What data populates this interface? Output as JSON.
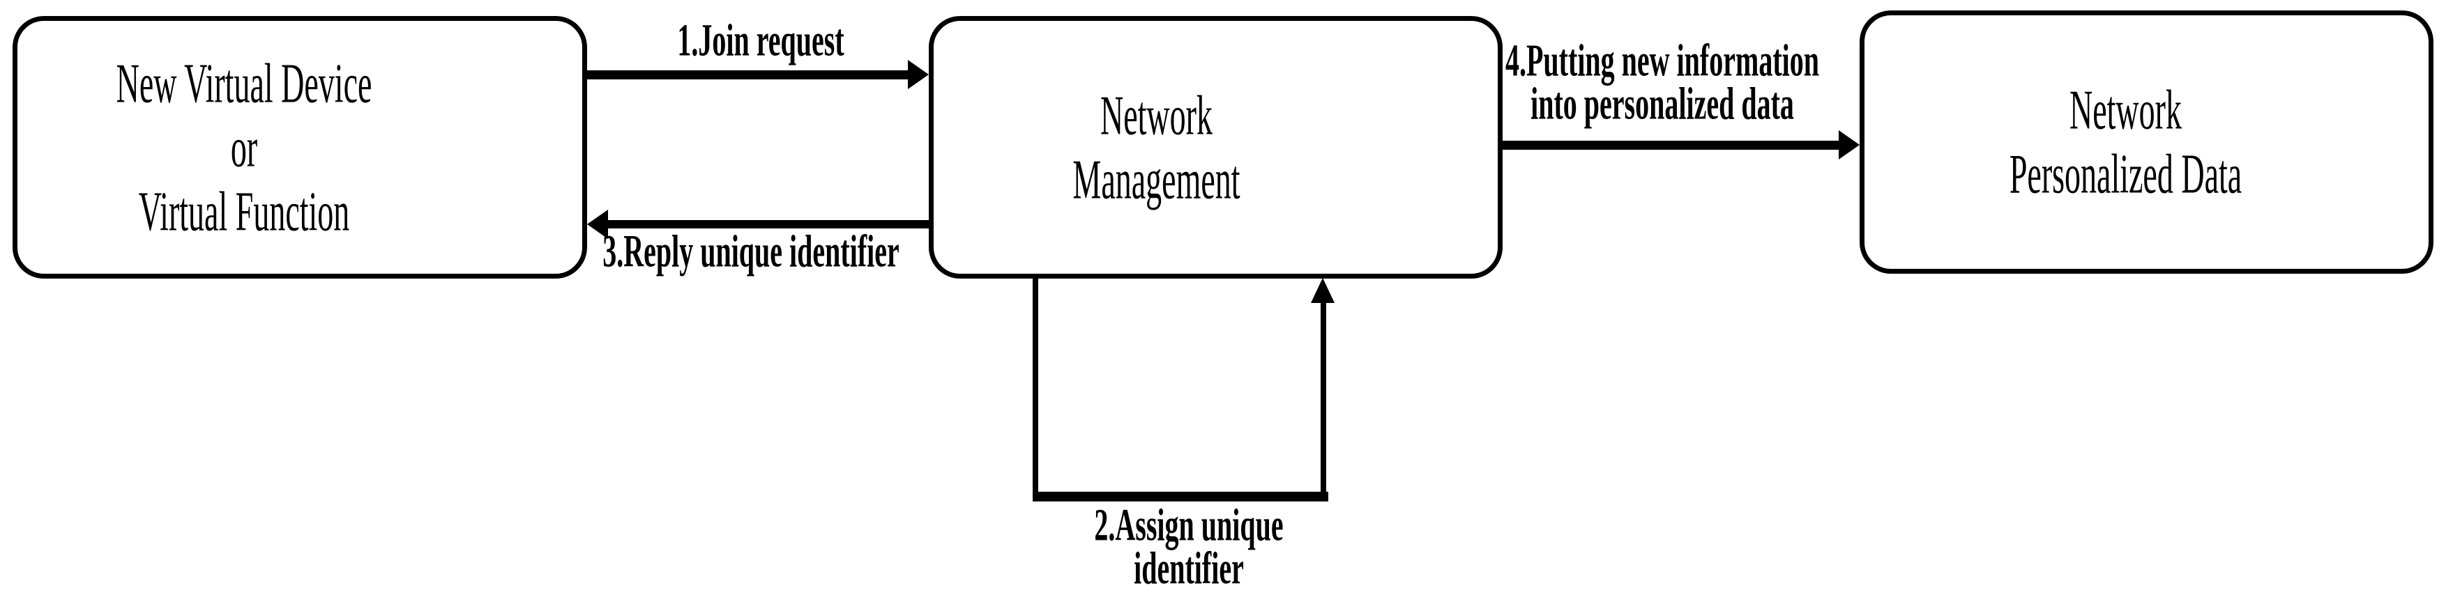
{
  "diagram": {
    "background_color": "#ffffff",
    "line_color": "#000000",
    "text_color": "#000000",
    "boxes": [
      {
        "id": "new-virtual-device",
        "lines": [
          "New Virtual Device",
          "or",
          "Virtual Function"
        ]
      },
      {
        "id": "network-management",
        "lines": [
          "Network",
          "Management"
        ]
      },
      {
        "id": "network-personalized-data",
        "lines": [
          "Network",
          "Personalized Data"
        ]
      }
    ],
    "arrows": [
      {
        "id": "join-request",
        "label": "1.Join request",
        "from": "new-virtual-device",
        "to": "network-management",
        "direction": "right"
      },
      {
        "id": "assign-unique-identifier",
        "label_lines": [
          "2.Assign unique",
          "identifier"
        ],
        "from": "network-management",
        "to": "network-management",
        "direction": "self-loop-bottom"
      },
      {
        "id": "reply-unique-identifier",
        "label": "3.Reply unique identifier",
        "from": "network-management",
        "to": "new-virtual-device",
        "direction": "left"
      },
      {
        "id": "putting-new-information",
        "label_lines": [
          "4.Putting new information",
          "into personalized data"
        ],
        "from": "network-management",
        "to": "network-personalized-data",
        "direction": "right"
      }
    ]
  }
}
